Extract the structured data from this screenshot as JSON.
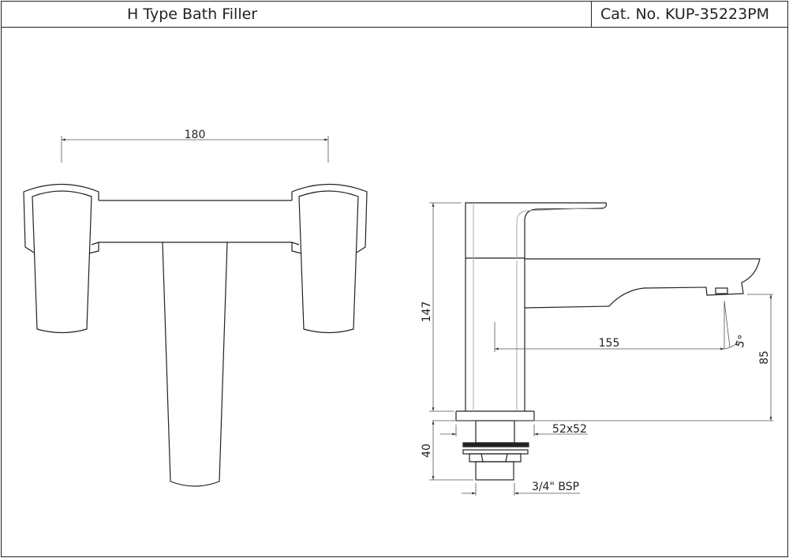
{
  "header": {
    "title": "H Type Bath Filler",
    "catalog": "Cat. No. KUP-35223PM"
  },
  "dimensions": {
    "handle_spacing": "180",
    "height": "147",
    "reach": "155",
    "angle": "5°",
    "spout_height": "85",
    "base_plate": "52x52",
    "shank_length": "40",
    "thread": "3/4\" BSP"
  }
}
